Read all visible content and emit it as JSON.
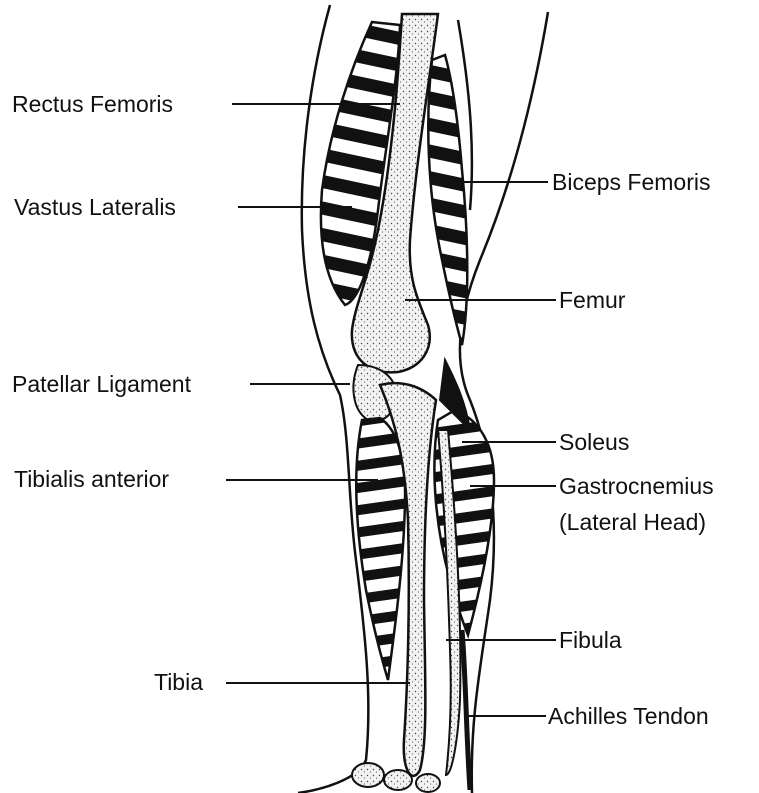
{
  "diagram": {
    "labels": {
      "rectus_femoris": "Rectus Femoris",
      "vastus_lateralis": "Vastus Lateralis",
      "patellar_ligament": "Patellar Ligament",
      "tibialis_anterior": "Tibialis anterior",
      "tibia": "Tibia",
      "biceps_femoris": "Biceps Femoris",
      "femur": "Femur",
      "soleus": "Soleus",
      "gastrocnemius_line1": "Gastrocnemius",
      "gastrocnemius_line2": "(Lateral Head)",
      "fibula": "Fibula",
      "achilles_tendon": "Achilles Tendon"
    }
  },
  "colors": {
    "ink": "#111111",
    "bone_fill": "#ededed",
    "background": "#ffffff"
  }
}
